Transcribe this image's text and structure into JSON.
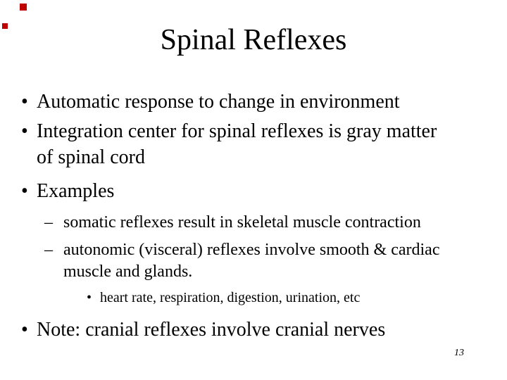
{
  "slide": {
    "title": "Spinal Reflexes",
    "page_number": "13",
    "background_color": "#ffffff",
    "text_color": "#000000",
    "decoration_square_color": "#c00000",
    "bullets": [
      {
        "level": 1,
        "marker": "•",
        "lines": [
          "Automatic response to change in environment"
        ]
      },
      {
        "level": 1,
        "marker": "•",
        "lines": [
          "Integration center for spinal reflexes is gray matter",
          "of spinal cord"
        ]
      },
      {
        "level": 1,
        "marker": "•",
        "lines": [
          "Examples"
        ]
      },
      {
        "level": 2,
        "marker": "–",
        "lines": [
          "somatic reflexes result in skeletal muscle contraction"
        ]
      },
      {
        "level": 2,
        "marker": "–",
        "lines": [
          "autonomic (visceral) reflexes involve smooth & cardiac",
          "muscle and glands."
        ]
      },
      {
        "level": 3,
        "marker": "•",
        "lines": [
          "heart rate, respiration, digestion, urination, etc"
        ]
      },
      {
        "level": 1,
        "marker": "•",
        "lines": [
          "Note: cranial reflexes involve cranial nerves"
        ]
      }
    ]
  }
}
